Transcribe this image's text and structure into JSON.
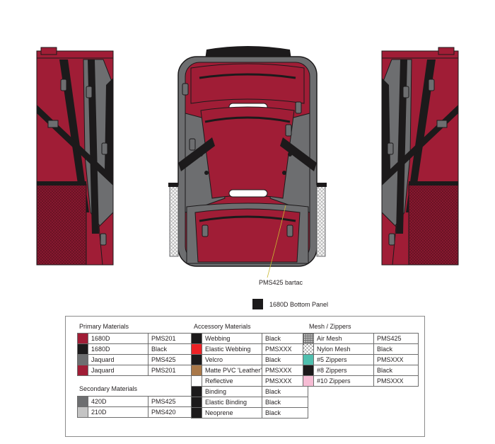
{
  "callouts": {
    "bartac": "PMS425 bartac",
    "bottom_panel": "1680D Bottom Panel"
  },
  "colors": {
    "red": "#a01d36",
    "red_dark": "#7d1429",
    "gray": "#6d6e70",
    "black": "#1c1a1b",
    "leader": "#c8b830"
  },
  "groups": {
    "primary": {
      "title": "Primary Materials",
      "rows": [
        {
          "swatch": "#a01d36",
          "name": "1680D",
          "code": "PMS201"
        },
        {
          "swatch": "#1c1a1b",
          "name": "1680D",
          "code": "Black"
        },
        {
          "swatch": "#6d6e70",
          "name": "Jaquard",
          "code": "PMS425"
        },
        {
          "swatch": "#a01d36",
          "name": "Jaquard",
          "code": "PMS201"
        }
      ]
    },
    "secondary": {
      "title": "Secondary Materials",
      "rows": [
        {
          "swatch": "#6d6e70",
          "name": "420D",
          "code": "PMS425"
        },
        {
          "swatch": "#c4c4c4",
          "name": "210D",
          "code": "PMS420"
        }
      ]
    },
    "accessory": {
      "title": "Accessory Materials",
      "rows": [
        {
          "swatch": "#1c1a1b",
          "name": "Webbing",
          "code": "Black"
        },
        {
          "swatch": "#ed2226",
          "name": "Elastic Webbing",
          "code": "PMSXXX"
        },
        {
          "swatch": "#1c1a1b",
          "name": "Velcro",
          "code": "Black"
        },
        {
          "swatch": "#a97849",
          "name": "Matte PVC 'Leather'",
          "code": "PMSXXX"
        },
        {
          "swatch": "#ffffff",
          "name": "Reflective",
          "code": "PMSXXX"
        },
        {
          "swatch": "#1c1a1b",
          "name": "Binding",
          "code": "Black"
        },
        {
          "swatch": "#1c1a1b",
          "name": "Elastic Binding",
          "code": "Black"
        },
        {
          "swatch": "#1c1a1b",
          "name": "Neoprene",
          "code": "Black"
        }
      ]
    },
    "mesh": {
      "title": "Mesh / Zippers",
      "rows": [
        {
          "swatch": "mesh",
          "name": "Air Mesh",
          "code": "PMS425"
        },
        {
          "swatch": "nylon",
          "name": "Nylon Mesh",
          "code": "Black"
        },
        {
          "swatch": "#4fbfae",
          "name": "#5 Zippers",
          "code": "PMSXXX"
        },
        {
          "swatch": "#1c1a1b",
          "name": "#8 Zippers",
          "code": "Black"
        },
        {
          "swatch": "#f6bcd4",
          "name": "#10 Zippers",
          "code": "PMSXXX"
        }
      ]
    }
  }
}
